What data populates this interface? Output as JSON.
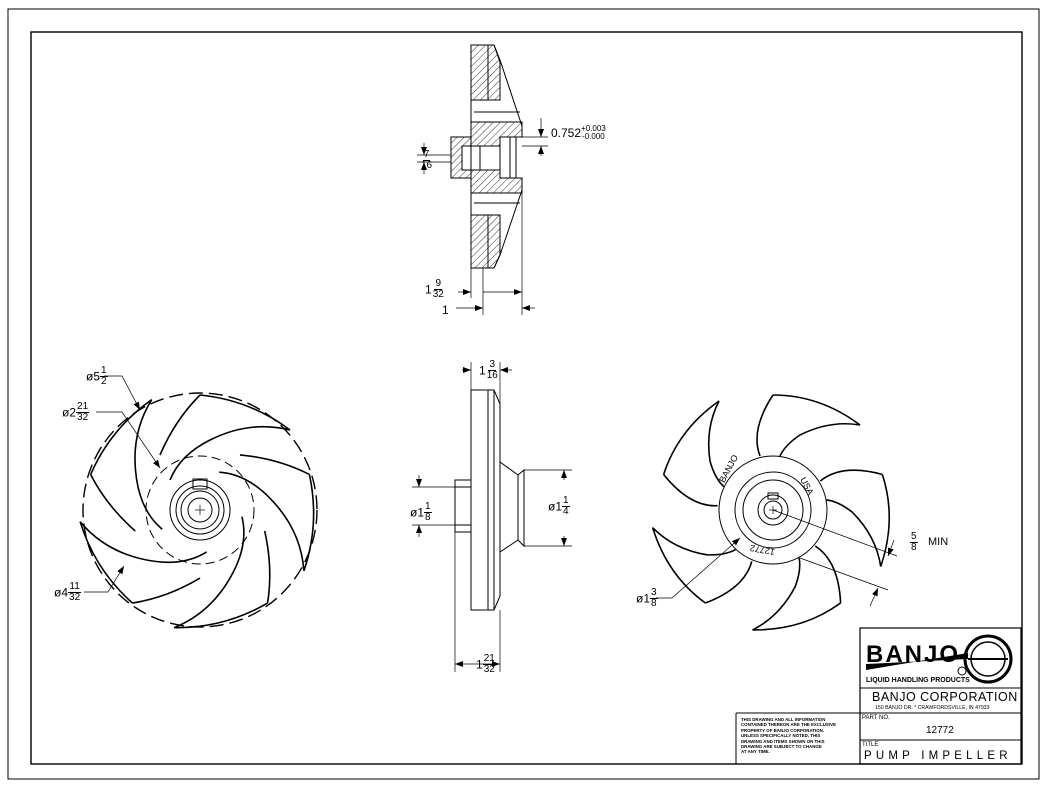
{
  "drawing": {
    "dimensions": {
      "bore_tolerance": {
        "base": "0.752",
        "plus": "+0.003",
        "minus": "-0.000"
      },
      "hub_recess": {
        "num": "7",
        "den": "16"
      },
      "hub_length": {
        "whole": "1",
        "num": "9",
        "den": "32"
      },
      "face_offset": {
        "whole": "1"
      },
      "side_top": {
        "whole": "1",
        "num": "3",
        "den": "16"
      },
      "side_left": {
        "sym": "ø1",
        "num": "1",
        "den": "8"
      },
      "side_right": {
        "sym": "ø1",
        "num": "1",
        "den": "4"
      },
      "side_bottom": {
        "whole": "1",
        "num": "21",
        "den": "32"
      },
      "front_outer": {
        "sym": "ø5",
        "num": "1",
        "den": "2"
      },
      "front_mid": {
        "sym": "ø2",
        "num": "21",
        "den": "32"
      },
      "front_bottom": {
        "sym": "ø4",
        "num": "11",
        "den": "32"
      },
      "back_hub": {
        "sym": "ø1",
        "num": "3",
        "den": "8"
      },
      "back_min": {
        "num": "5",
        "den": "8",
        "suffix": "MIN"
      }
    },
    "engravings": {
      "brand": "BANJO",
      "country": "USA",
      "part": "12772"
    }
  },
  "title_block": {
    "logo_text": "BANJO",
    "logo_subtitle": "LIQUID HANDLING PRODUCTS",
    "company": "BANJO CORPORATION",
    "address": "150 BANJO DR. * CRAWFORDSVILLE, IN 47933",
    "part_no_label": "PART NO.",
    "part_no": "12772",
    "title_label": "TITLE",
    "title": "PUMP IMPELLER",
    "notice": [
      "THIS DRAWING AND ALL INFORMATION",
      "CONTAINED THEREON ARE THE EXCLUSIVE",
      "PROPERTY OF BANJO CORPORATION.",
      "UNLESS SPECIFICALLY NOTED, THIS",
      "DRAWING AND ITEMS SHOWN ON THIS",
      "DRAWING ARE SUBJECT TO CHANGE",
      "AT ANY TIME."
    ]
  }
}
